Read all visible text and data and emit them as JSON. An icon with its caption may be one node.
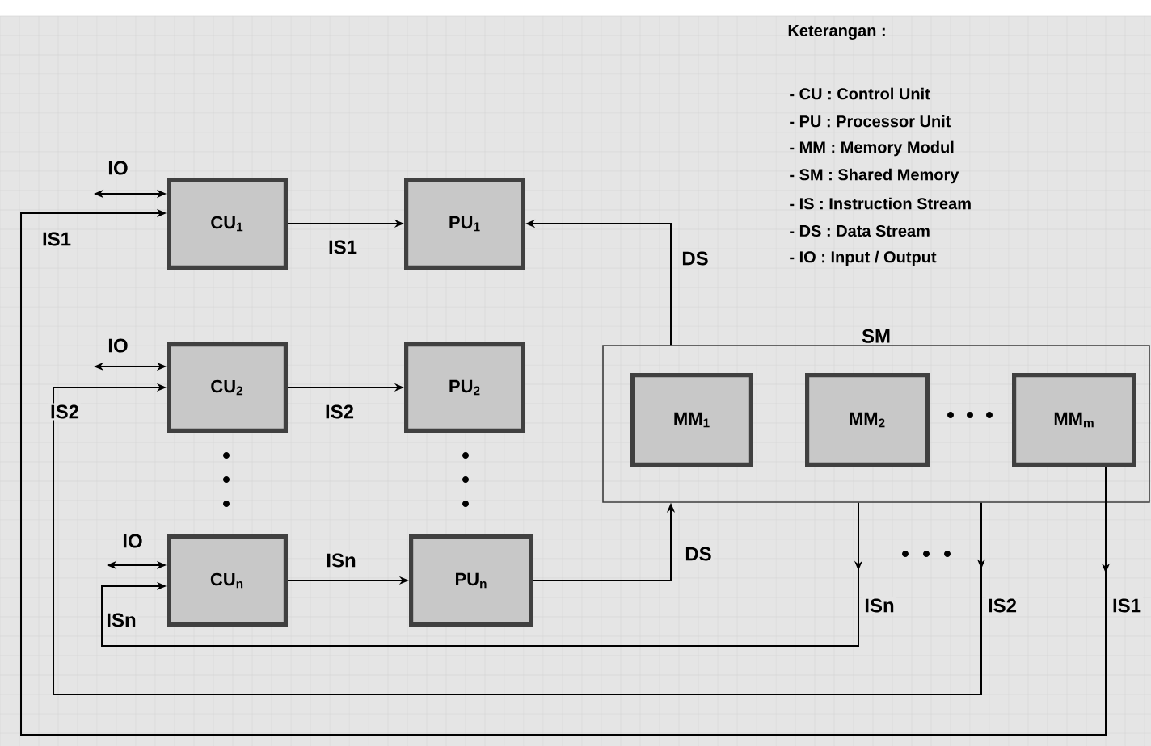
{
  "diagram": {
    "nodes": [
      {
        "text": [
          "CU$_{1}$"
        ]
      },
      {
        "text": [
          "PU$_{1}$"
        ]
      },
      {
        "text": [
          "CU$_{2}$"
        ]
      },
      {
        "text": [
          "PU$_{2}$"
        ]
      },
      {
        "text": [
          "CU$_{n}$"
        ]
      },
      {
        "text": [
          "PU$_{n}$"
        ]
      },
      {
        "text": [
          "SM"
        ]
      },
      {
        "text": [
          "MM$_{1}$"
        ],
        "in": 6
      },
      {
        "text": [
          "MM$_{2}$"
        ],
        "in": 6
      },
      {
        "text": [
          "MM$_{m}$"
        ],
        "in": 6
      }
    ],
    "edges": [
      {
        "from": 0,
        "to": 1,
        "arrow": "to",
        "label": "IS1"
      },
      {
        "from": 2,
        "to": 3,
        "arrow": "to",
        "label": "IS2"
      },
      {
        "from": 4,
        "to": 5,
        "arrow": "to",
        "label": "ISn"
      },
      {
        "from": null,
        "to": 0,
        "arrow": "both",
        "label": "IO"
      },
      {
        "from": null,
        "to": 2,
        "arrow": "both",
        "label": "IO"
      },
      {
        "from": null,
        "to": 4,
        "arrow": "both",
        "label": "IO"
      },
      {
        "from": 9,
        "to": 0,
        "arrow": "to",
        "label": "IS1"
      },
      {
        "from": 6,
        "to": 2,
        "arrow": "to",
        "label": "IS2"
      },
      {
        "from": 6,
        "to": 4,
        "arrow": "to",
        "label": "ISn"
      },
      {
        "from": 5,
        "to": 6,
        "arrow": "to",
        "label": "DS"
      },
      {
        "from": 6,
        "to": 1,
        "arrow": "to",
        "label": "DS"
      }
    ],
    "labels": [
      "Keterangan :",
      "- CU : Control Unit",
      "- PU : Processor Unit",
      "- MM : Memory Modul",
      "- SM : Shared Memory",
      "- IS : Instruction Stream",
      "- DS : Data Stream",
      "- IO : Input / Output",
      "IS1",
      "IS2",
      "ISn"
    ]
  }
}
